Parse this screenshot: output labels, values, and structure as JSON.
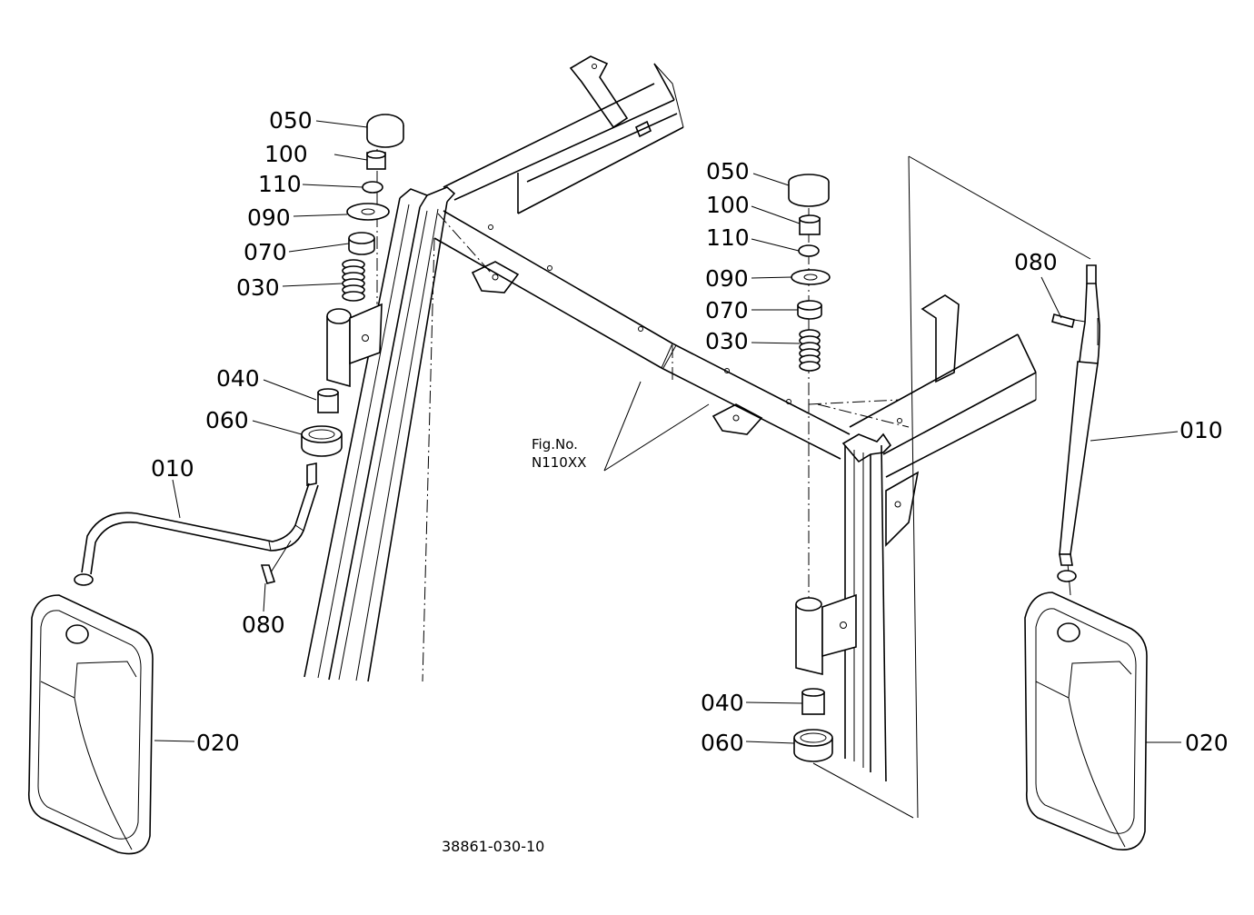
{
  "diagram": {
    "figure_number_label": "Fig.No.",
    "figure_number": "N110XX",
    "drawing_number": "38861-030-10",
    "left_assembly": {
      "cap": "050",
      "collar": "100",
      "lock_washer": "110",
      "washer": "090",
      "bushing": "070",
      "spring": "030",
      "inner_bushing": "040",
      "ring": "060",
      "mirror_stay": "010",
      "pin": "080",
      "mirror": "020"
    },
    "right_assembly": {
      "cap": "050",
      "collar": "100",
      "lock_washer": "110",
      "washer": "090",
      "bushing": "070",
      "spring": "030",
      "inner_bushing": "040",
      "ring": "060",
      "mirror_stay": "010",
      "pin": "080",
      "mirror": "020"
    }
  }
}
